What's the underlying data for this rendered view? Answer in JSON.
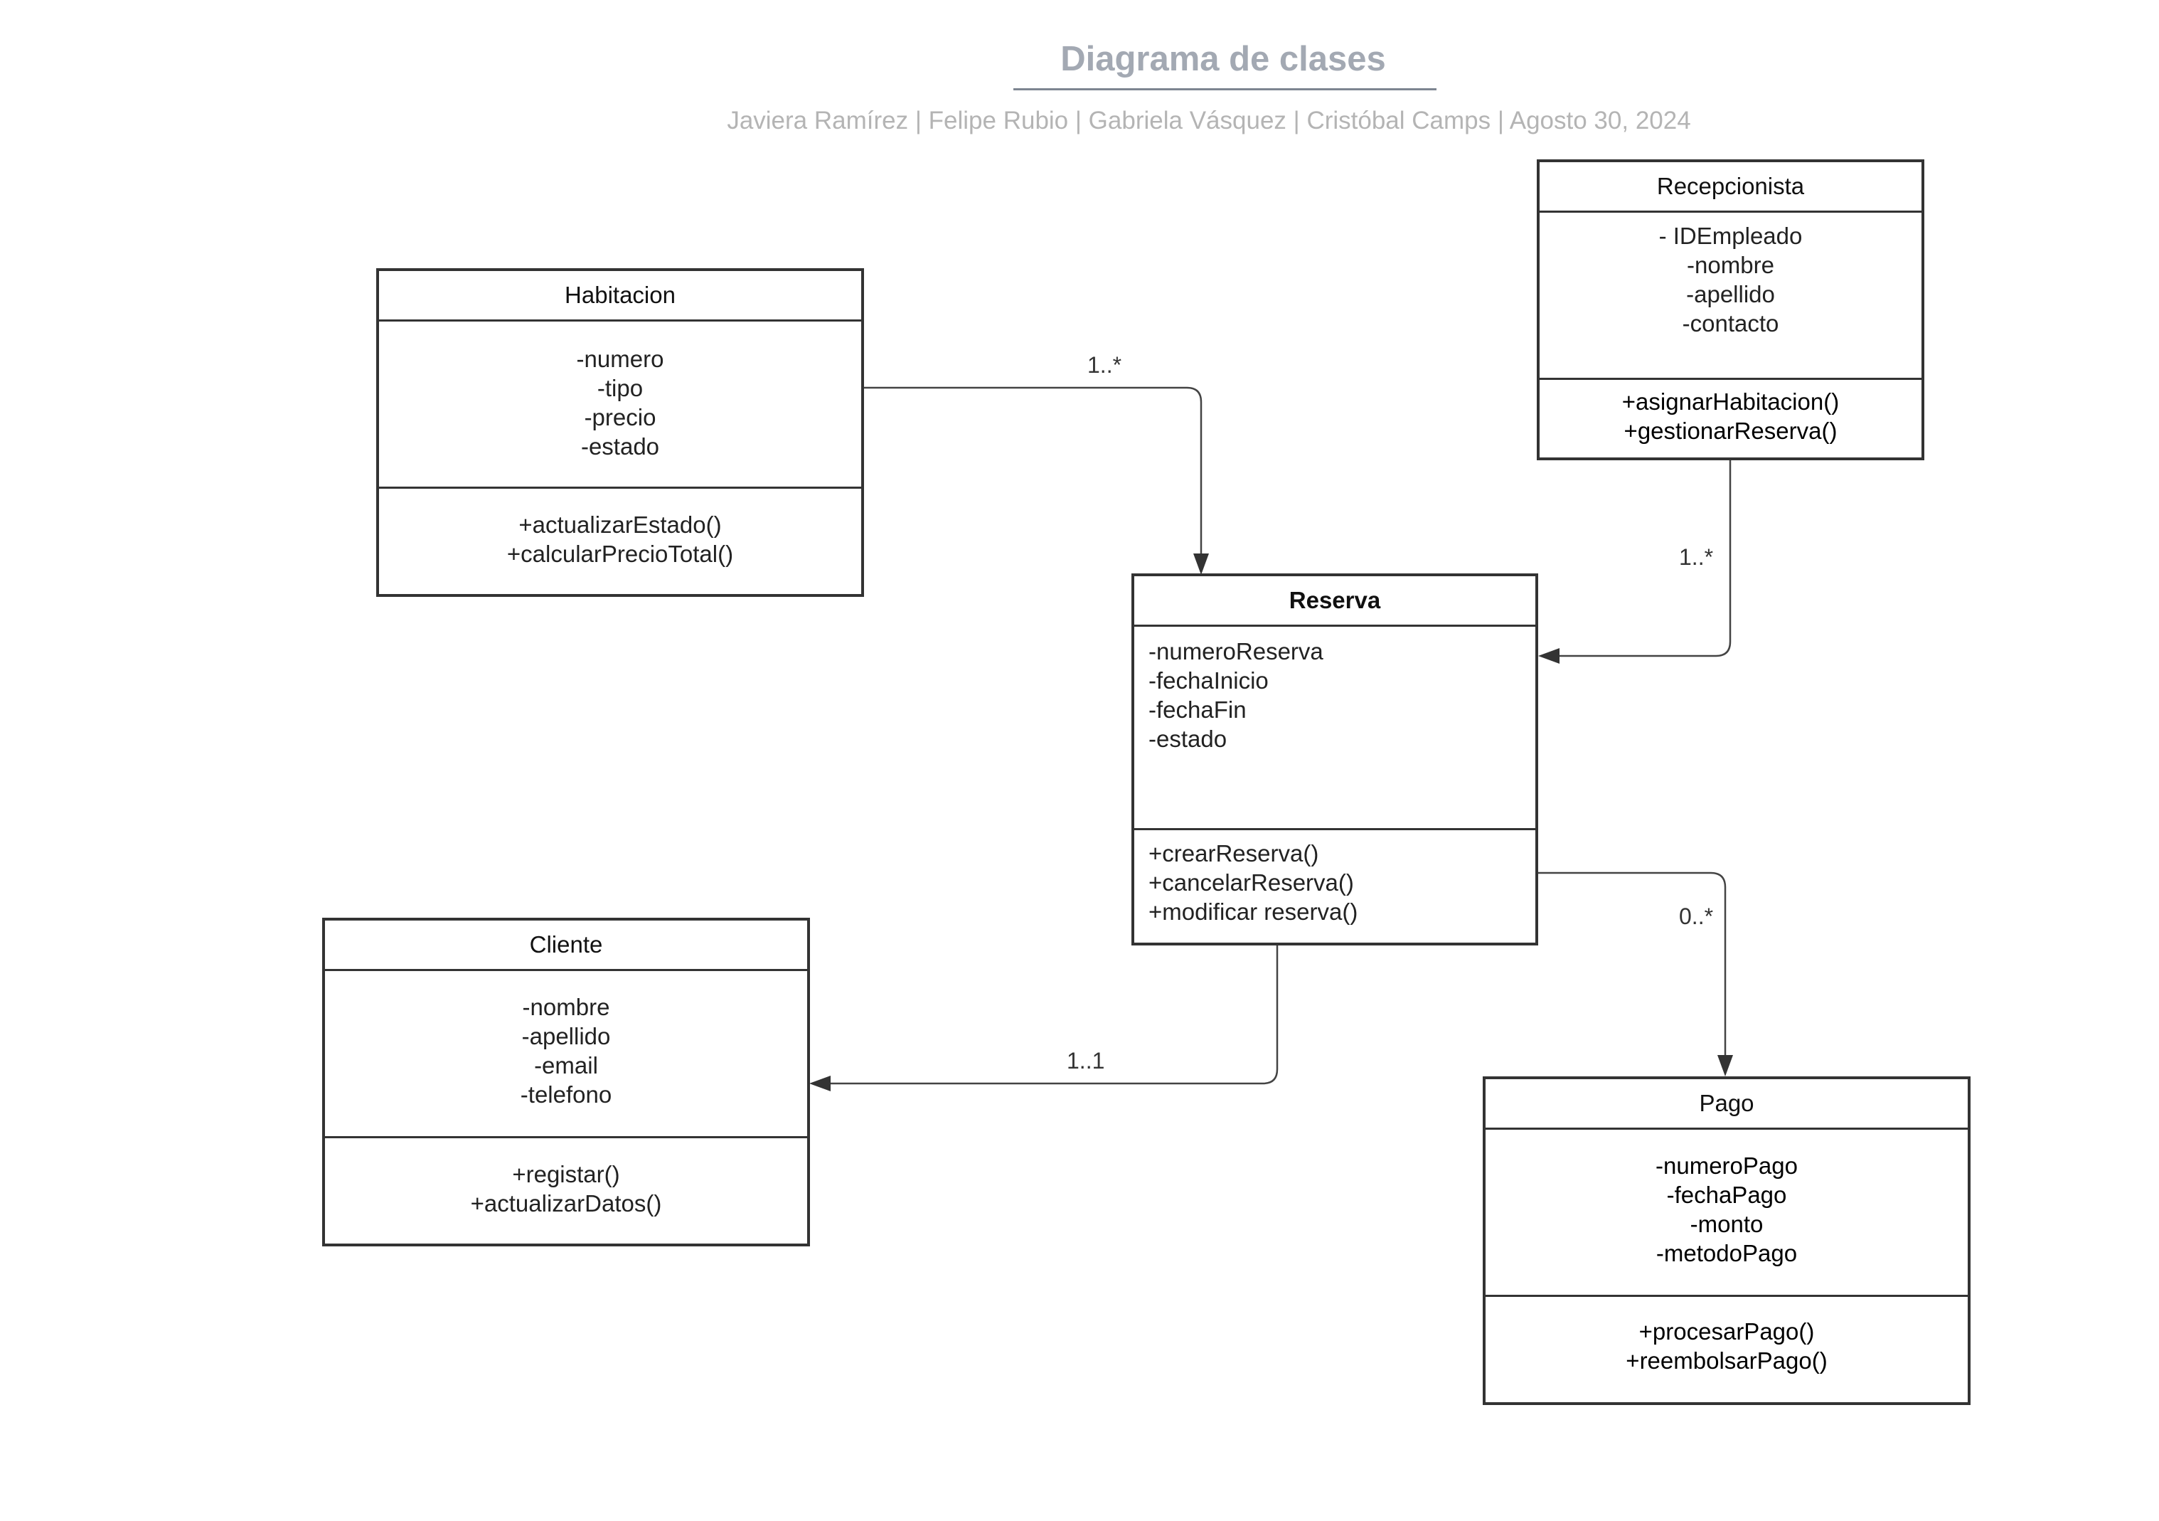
{
  "title": "Diagrama de clases",
  "subtitle": "Javiera Ramírez | Felipe Rubio | Gabriela Vásquez | Cristóbal Camps | Agosto 30, 2024",
  "classes": {
    "habitacion": {
      "name": "Habitacion",
      "attributes": [
        "-numero",
        "-tipo",
        "-precio",
        "-estado"
      ],
      "operations": [
        "+actualizarEstado()",
        "+calcularPrecioTotal()"
      ]
    },
    "recepcionista": {
      "name": "Recepcionista",
      "attributes": [
        "- IDEmpleado",
        "-nombre",
        "-apellido",
        "-contacto"
      ],
      "operations": [
        "+asignarHabitacion()",
        "+gestionarReserva()"
      ]
    },
    "reserva": {
      "name": "Reserva",
      "attributes": [
        "-numeroReserva",
        "-fechaInicio",
        "-fechaFin",
        "-estado"
      ],
      "operations": [
        "+crearReserva()",
        "+cancelarReserva()",
        "+modificar reserva()"
      ]
    },
    "cliente": {
      "name": "Cliente",
      "attributes": [
        "-nombre",
        "-apellido",
        "-email",
        "-telefono"
      ],
      "operations": [
        "+registar()",
        "+actualizarDatos()"
      ]
    },
    "pago": {
      "name": "Pago",
      "attributes": [
        "-numeroPago",
        "-fechaPago",
        "-monto",
        "-metodoPago"
      ],
      "operations": [
        "+procesarPago()",
        "+reembolsarPago()"
      ]
    }
  },
  "associations": [
    {
      "from": "Habitacion",
      "to": "Reserva",
      "multiplicity": "1..*"
    },
    {
      "from": "Recepcionista",
      "to": "Reserva",
      "multiplicity": "1..*"
    },
    {
      "from": "Reserva",
      "to": "Pago",
      "multiplicity": "0..*"
    },
    {
      "from": "Reserva",
      "to": "Cliente",
      "multiplicity": "1..1"
    }
  ]
}
